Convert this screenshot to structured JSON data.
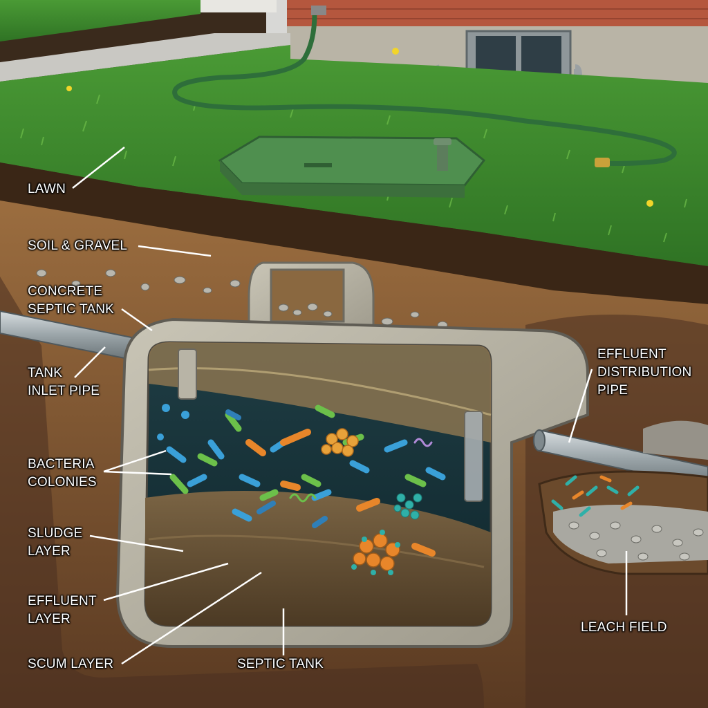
{
  "labels": {
    "lawn": "LAWN",
    "soil_gravel": "SOIL & GRAVEL",
    "concrete_tank_1": "CONCRETE",
    "concrete_tank_2": "SEPTIC TANK",
    "inlet_pipe_1": "TANK",
    "inlet_pipe_2": "INLET PIPE",
    "bacteria_1": "BACTERIA",
    "bacteria_2": "COLONIES",
    "sludge_1": "SLUDGE",
    "sludge_2": "LAYER",
    "effluent_1": "EFFLUENT",
    "effluent_2": "LAYER",
    "scum": "SCUM LAYER",
    "septic_tank": "SEPTIC TANK",
    "distribution_1": "EFFLUENT",
    "distribution_2": "DISTRIBUTION",
    "distribution_3": "PIPE",
    "leach_field": "LEACH FIELD"
  },
  "colors": {
    "grass": "#3f8a2e",
    "soil": "#8a5f36",
    "deep_soil": "#4a3020",
    "concrete": "#b7b3a5",
    "water": "#16323a",
    "sludge": "#6b5638",
    "brick": "#b5573e",
    "tank_lid": "#4f8f4f"
  }
}
